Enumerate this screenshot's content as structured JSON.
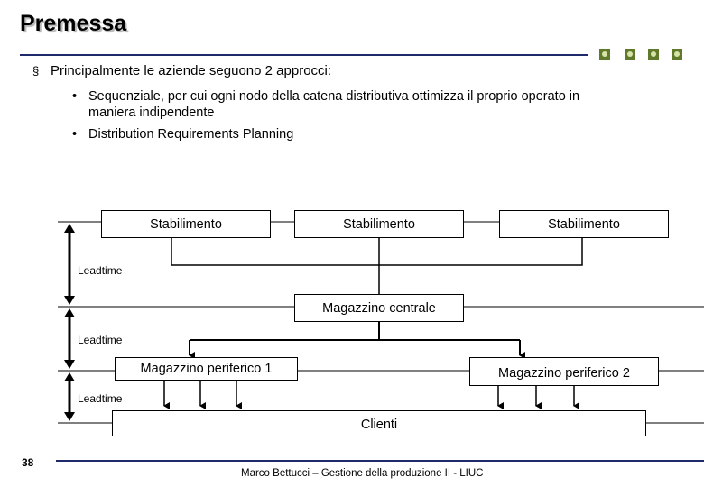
{
  "slide": {
    "title": "Premessa",
    "bullet_marker": "§",
    "main_bullet": "Principalmente le aziende seguono 2 approcci:",
    "sub_bullets": [
      {
        "marker": "•",
        "text": "Sequenziale, per cui ogni nodo della catena distributiva ottimizza il proprio operato in maniera indipendente"
      },
      {
        "marker": "•",
        "text": "Distribution Requirements Planning"
      }
    ]
  },
  "diagram": {
    "plants": [
      "Stabilimento",
      "Stabilimento",
      "Stabilimento"
    ],
    "central_warehouse": "Magazzino centrale",
    "peripheral_warehouses": [
      "Magazzino periferico 1",
      "Magazzino periferico 2"
    ],
    "customers": "Clienti",
    "leadtime_labels": [
      "Leadtime",
      "Leadtime",
      "Leadtime"
    ]
  },
  "footer": {
    "page_number": "38",
    "text": "Marco Bettucci – Gestione della produzione II - LIUC"
  },
  "colors": {
    "rule": "#1f2a6b",
    "deco_icon": "#5f7a2a"
  }
}
